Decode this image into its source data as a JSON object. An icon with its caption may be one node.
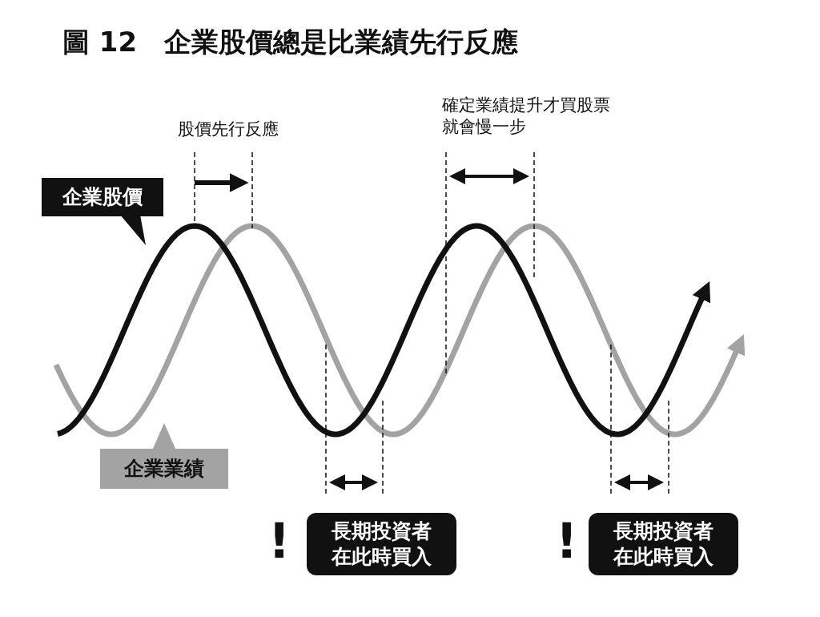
{
  "diagram": {
    "title": "圖 12　企業股價總是比業績先行反應",
    "nodes": [
      {
        "text": [
          "企業股價"
        ]
      },
      {
        "text": [
          "企業業績"
        ]
      },
      {
        "text": [
          "長期投資者在此時買入"
        ],
        "beside": [
          "!"
        ]
      },
      {
        "text": [
          "長期投資者在此時買入"
        ],
        "beside": [
          "!"
        ]
      }
    ],
    "labels": [
      "股價先行反應",
      "確定業績提升才買股票就會慢一步"
    ]
  }
}
